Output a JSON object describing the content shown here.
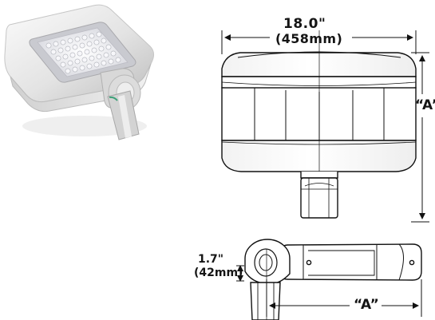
{
  "image": {
    "subject": "light fixture with mounting arm",
    "colors": {
      "photo_housing": "#dcdcdc",
      "photo_shadow": "#b7b7b7",
      "led_panel": "#e8e8ee",
      "drawing_line": "#111111",
      "background": "#ffffff"
    }
  },
  "dimensions": {
    "front_width": "18.0\"",
    "front_width_mm": "(458mm)",
    "front_height_label": "“A”",
    "side_thickness": "1.7\"",
    "side_thickness_mm": "(42mm)",
    "side_length_label": "“A”"
  },
  "icons": {
    "product_photo": "floodlight-photo-icon",
    "front_view": "front-view-drawing-icon",
    "side_view": "side-view-drawing-icon"
  }
}
